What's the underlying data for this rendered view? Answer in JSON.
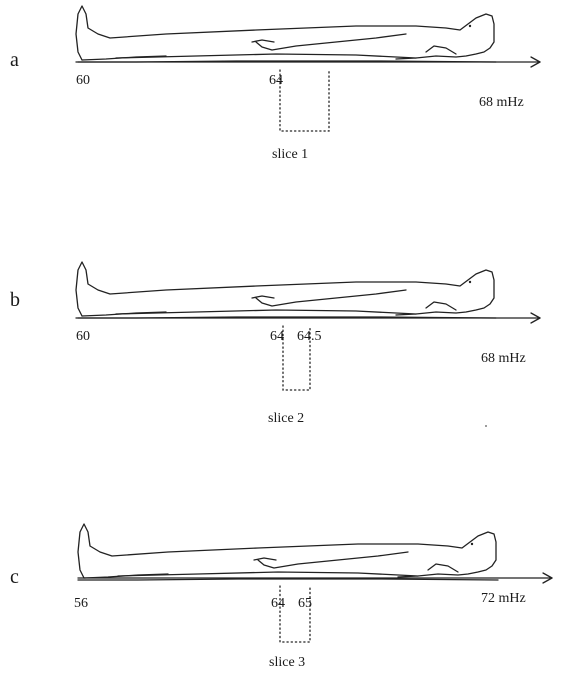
{
  "panels": [
    {
      "letter": "a",
      "ticks": [
        "60",
        "64"
      ],
      "end_label": "68 mHz",
      "slice_label": "slice 1"
    },
    {
      "letter": "b",
      "ticks": [
        "60",
        "64",
        "64.5"
      ],
      "end_label": "68 mHz",
      "slice_label": "slice 2"
    },
    {
      "letter": "c",
      "ticks": [
        "56",
        "64",
        "65"
      ],
      "end_label": "72 mHz",
      "slice_label": "slice 3"
    }
  ]
}
